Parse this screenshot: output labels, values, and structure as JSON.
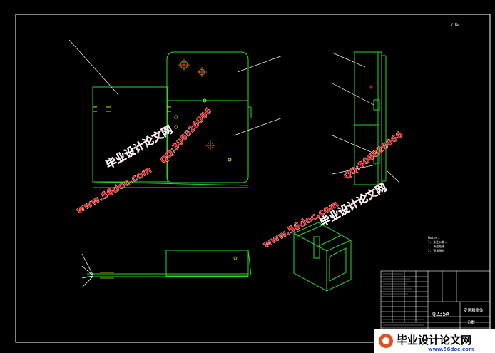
{
  "title_block": {
    "material": "Q235A",
    "drawing_name": "变速箱箱体",
    "drawing_type": "分数"
  },
  "tech_notes": {
    "heading": "Notes:",
    "lines": [
      "1. 未注公差...",
      "2. 表面处理...",
      "3. 锐角倒钝"
    ]
  },
  "watermarks": {
    "site_cn": "毕业设计论文网",
    "site_url": "www.56doc.com",
    "qq": "QQ:306826066"
  },
  "footer_logo": {
    "text_cn": "毕业设计论文网",
    "url": "www.56doc.com"
  },
  "colors": {
    "frame": "#ffffff",
    "outline": "#2bd62b",
    "leader": "#ffffff",
    "hidden": "#e0e000",
    "center": "#ff3030",
    "watermark": "#ff0000"
  }
}
